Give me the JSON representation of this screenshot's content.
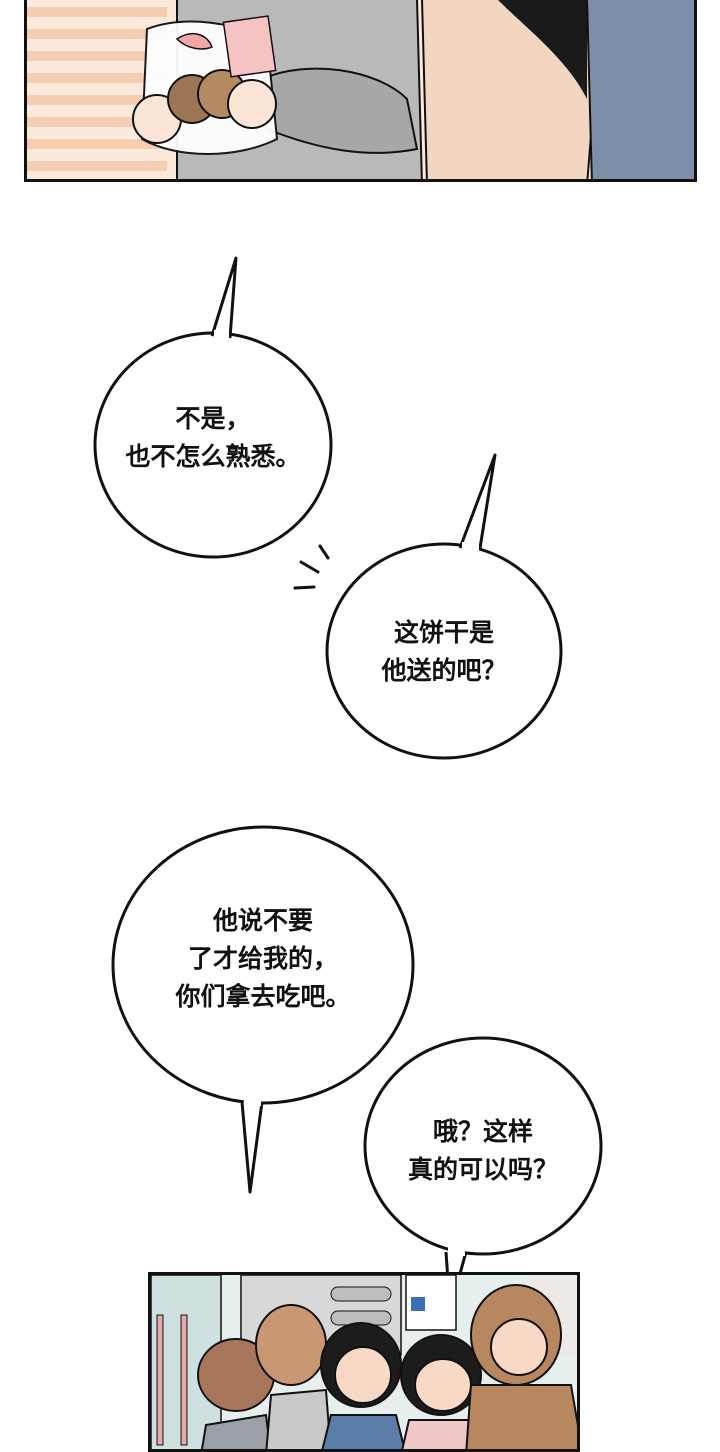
{
  "bubbles": [
    {
      "id": "b1",
      "lines": [
        "不是，",
        "也不怎么熟悉。"
      ]
    },
    {
      "id": "b2",
      "lines": [
        "这饼干是",
        "他送的吧？"
      ]
    },
    {
      "id": "b3",
      "lines": [
        "他说不要",
        "了才给我的，",
        "你们拿去吃吧。"
      ]
    },
    {
      "id": "b4",
      "lines": [
        "哦？这样",
        "真的可以吗？"
      ]
    }
  ],
  "colors": {
    "ink": "#111111",
    "paper": "#ffffff",
    "stripe": "#f2c7a9",
    "skin": "#f7d9c6"
  }
}
